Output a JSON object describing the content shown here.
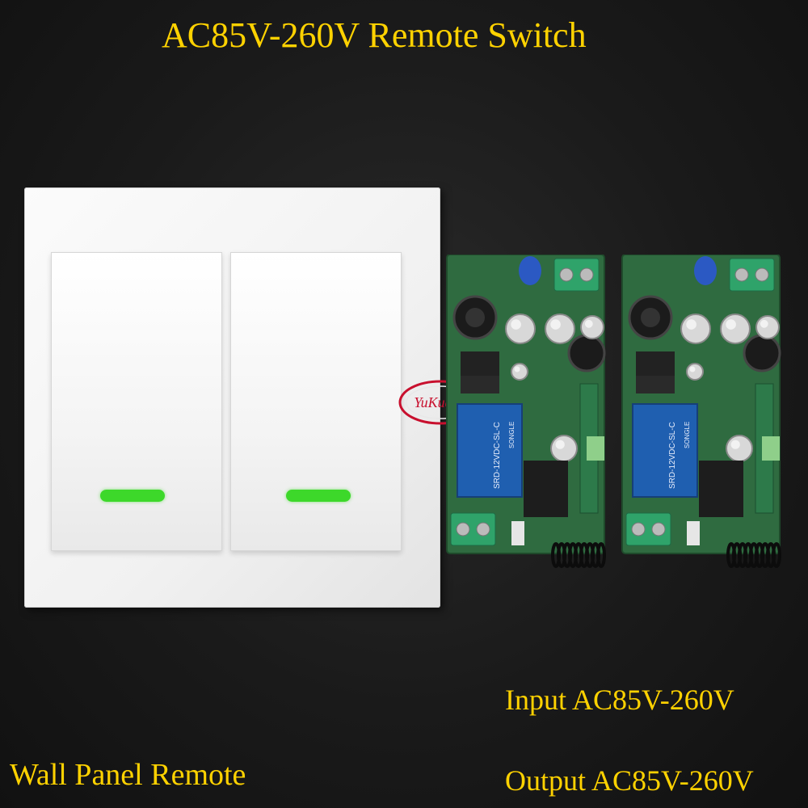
{
  "title": "AC85V-260V Remote Switch",
  "input_label": "Input AC85V-260V",
  "output_label": "Output AC85V-260V",
  "wall_label": "Wall Panel Remote",
  "logo_text": "YuKuang",
  "relay_text": "SRD-12VDC-SL-C",
  "relay_brand": "SONGLE",
  "colors": {
    "caption": "#ffd200",
    "indicator": "#3dd82a",
    "relay": "#1f5fb0",
    "pcb": "#2f6b40"
  }
}
